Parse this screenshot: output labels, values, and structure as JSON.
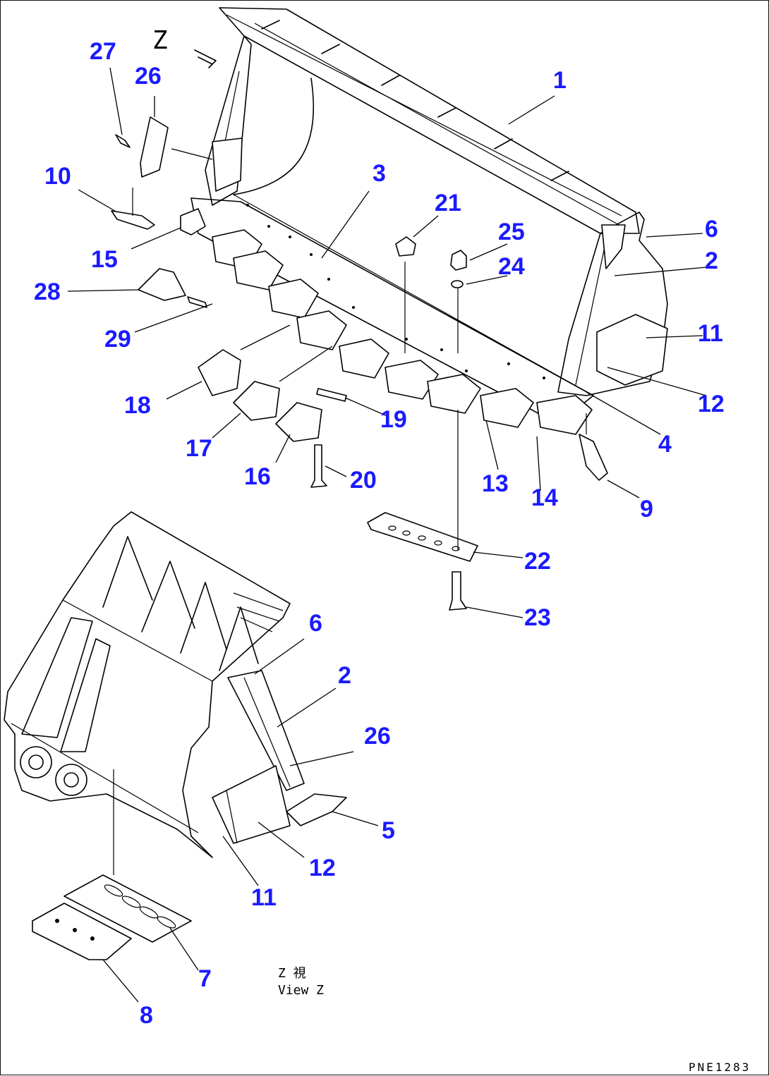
{
  "view_marker": "Z",
  "view_caption_line1": "Z   視",
  "view_caption_line2": "View Z",
  "drawing_code": "PNE1283",
  "callouts": [
    {
      "id": "c1",
      "label": "1"
    },
    {
      "id": "c2a",
      "label": "2"
    },
    {
      "id": "c3",
      "label": "3"
    },
    {
      "id": "c4",
      "label": "4"
    },
    {
      "id": "c6a",
      "label": "6"
    },
    {
      "id": "c9",
      "label": "9"
    },
    {
      "id": "c10",
      "label": "10"
    },
    {
      "id": "c11a",
      "label": "11"
    },
    {
      "id": "c12a",
      "label": "12"
    },
    {
      "id": "c13",
      "label": "13"
    },
    {
      "id": "c14",
      "label": "14"
    },
    {
      "id": "c15",
      "label": "15"
    },
    {
      "id": "c16",
      "label": "16"
    },
    {
      "id": "c17",
      "label": "17"
    },
    {
      "id": "c18",
      "label": "18"
    },
    {
      "id": "c19",
      "label": "19"
    },
    {
      "id": "c20",
      "label": "20"
    },
    {
      "id": "c21",
      "label": "21"
    },
    {
      "id": "c22",
      "label": "22"
    },
    {
      "id": "c23",
      "label": "23"
    },
    {
      "id": "c24",
      "label": "24"
    },
    {
      "id": "c25",
      "label": "25"
    },
    {
      "id": "c26a",
      "label": "26"
    },
    {
      "id": "c27",
      "label": "27"
    },
    {
      "id": "c28",
      "label": "28"
    },
    {
      "id": "c29",
      "label": "29"
    },
    {
      "id": "c6b",
      "label": "6"
    },
    {
      "id": "c2b",
      "label": "2"
    },
    {
      "id": "c26b",
      "label": "26"
    },
    {
      "id": "c5",
      "label": "5"
    },
    {
      "id": "c12b",
      "label": "12"
    },
    {
      "id": "c11b",
      "label": "11"
    },
    {
      "id": "c7",
      "label": "7"
    },
    {
      "id": "c8",
      "label": "8"
    }
  ]
}
